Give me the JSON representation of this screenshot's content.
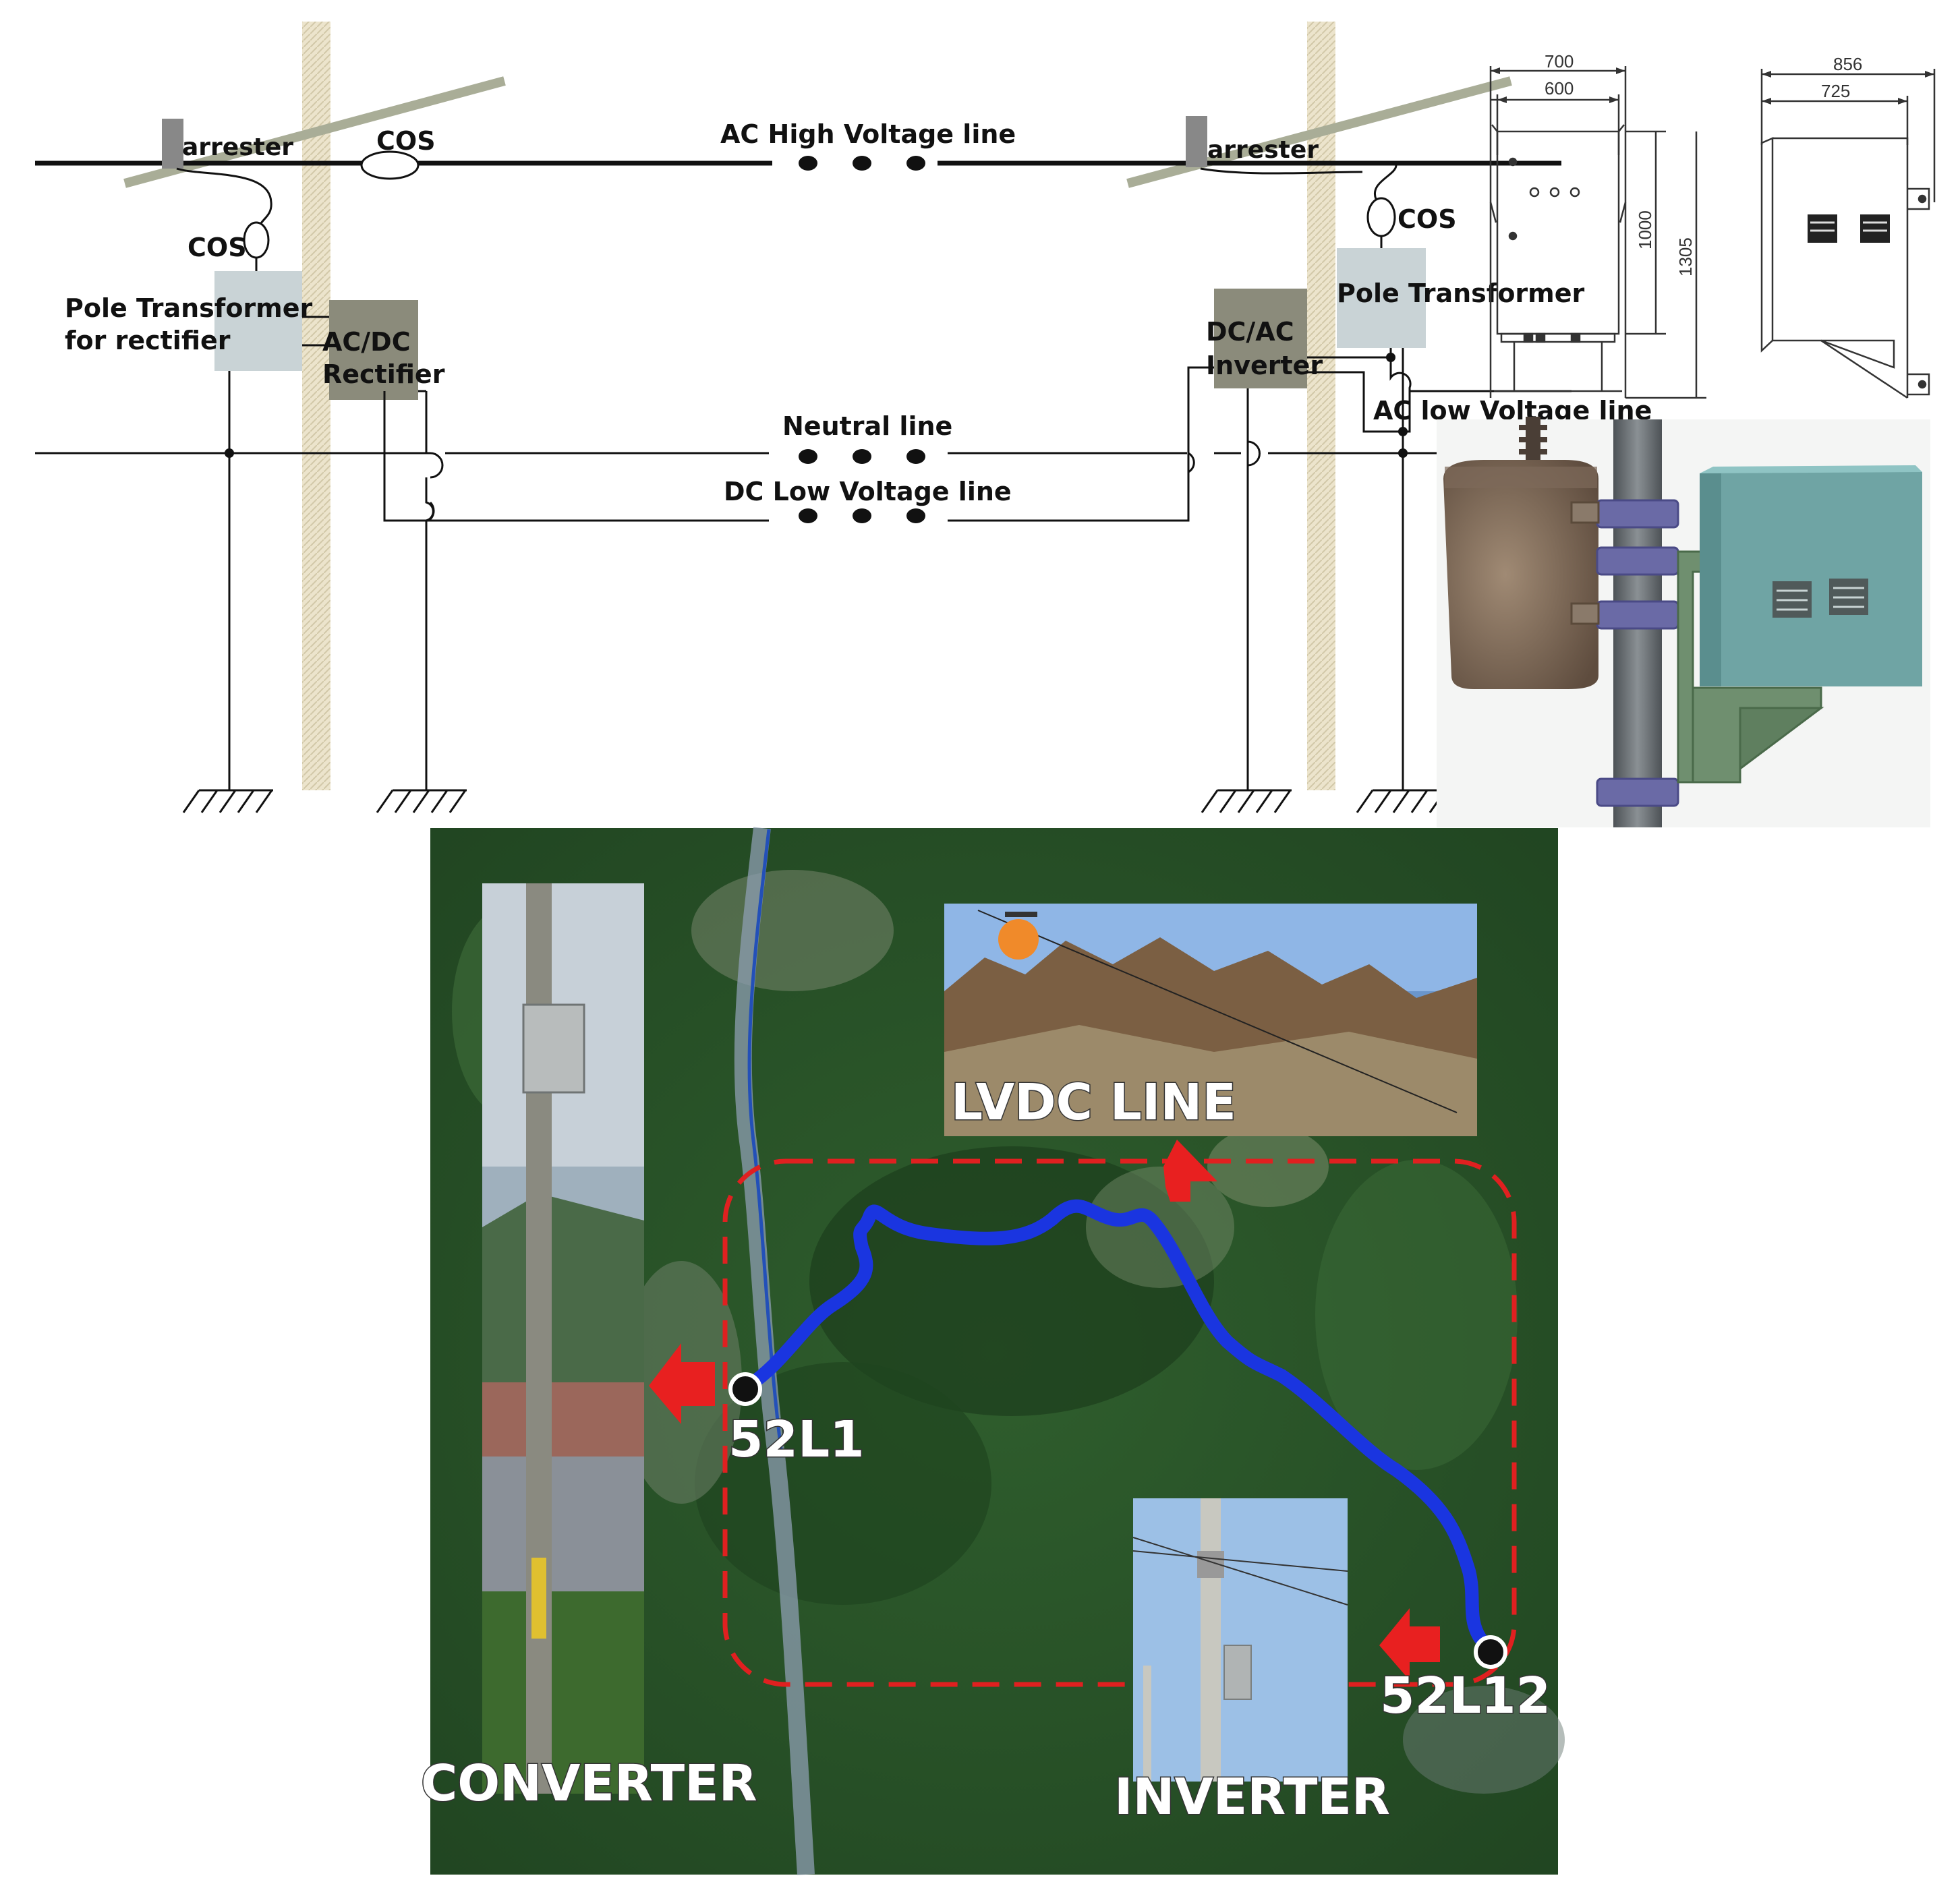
{
  "schematic": {
    "left_arrester": "arrester",
    "left_cos_top": "COS",
    "left_cos": "COS",
    "pole_transformer_rectifier_line1": "Pole Transformer",
    "pole_transformer_rectifier_line2": "for rectifier",
    "rectifier_line1": "AC/DC",
    "rectifier_line2": "Rectifier",
    "ac_high_voltage_line": "AC High Voltage line",
    "neutral_line": "Neutral line",
    "dc_low_voltage_line": "DC Low Voltage line",
    "right_arrester": "arrester",
    "right_cos": "COS",
    "inverter_line1": "DC/AC",
    "inverter_line2": "Inverter",
    "pole_transformer": "Pole Transformer",
    "ac_low_voltage_line": "AC low Voltage line"
  },
  "drawing": {
    "front_width_outer": "700",
    "front_width_inner": "600",
    "front_height_inner": "1000",
    "front_height_outer": "1305",
    "side_width_outer": "856",
    "side_width_inner": "725"
  },
  "map": {
    "lvdc_line": "LVDC LINE",
    "node_start": "52L1",
    "node_end": "52L12",
    "converter": "CONVERTER",
    "inverter": "INVERTER"
  },
  "colors": {
    "pole": "#e9dfc4",
    "transformer_box": "#c9d3d6",
    "converter_box": "#8b8b7b",
    "route": "#1a35e0",
    "boundary": "#e02020",
    "forest": "#2d5a2b",
    "enclosure": "#6fa4a4",
    "bracket": "#6f8f6f"
  }
}
